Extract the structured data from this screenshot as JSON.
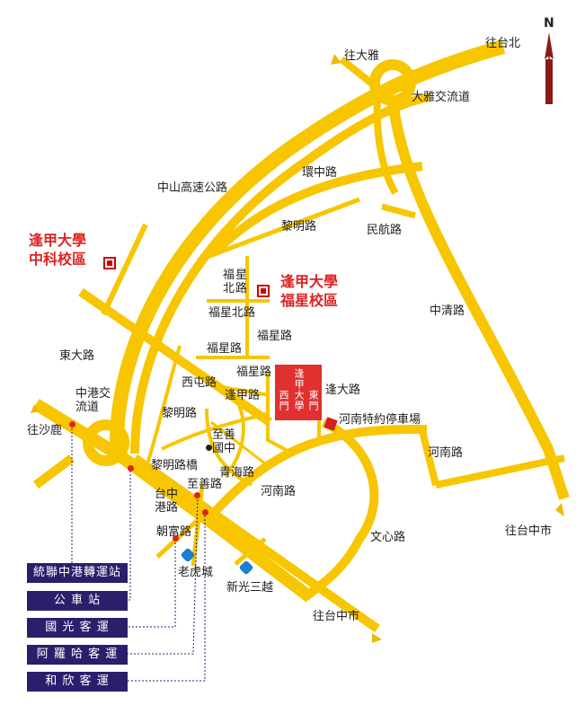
{
  "compass": {
    "label": "N"
  },
  "labels": {
    "to_taipei": "往台北",
    "to_daya": "往大雅",
    "daya_interchange": "大雅交流道",
    "huanzhong_rd": "環中路",
    "zhongshan_freeway": "中山高速公路",
    "liming_rd_1": "黎明路",
    "minhang_rd": "民航路",
    "fuxing_bei_rd_a": "福星北路",
    "fuxing_bei_rd_b": "福星北路",
    "zhongqing_rd": "中清路",
    "fuxing_rd_a": "福星路",
    "fuxing_rd_b": "福星路",
    "fuxing_rd_c": "福星路",
    "dongda_rd": "東大路",
    "xitun_rd": "西屯路",
    "fengjia_rd": "逢甲路",
    "fengda_rd": "逢大路",
    "zhonggang_interchange": "中港交流道",
    "liming_rd_2": "黎明路",
    "henan_parking": "河南特約停車場",
    "to_shalu": "往沙鹿",
    "zhishan_school": "至善國中",
    "henan_rd_a": "河南路",
    "liming_bridge": "黎明路橋",
    "qinghai_rd": "青海路",
    "taichung_port_rd": "台中港路",
    "zhishan_rd": "至善路",
    "henan_rd_b": "河南路",
    "to_taichung_city_e": "往台中市",
    "chaofu_rd": "朝富路",
    "wenxin_rd": "文心路",
    "laohucheng": "老虎城",
    "shinkong_mitsukoshi": "新光三越",
    "to_taichung_city_s": "往台中市"
  },
  "campus_zhongke": {
    "line1": "逢甲大學",
    "line2": "中科校區"
  },
  "campus_fuxing": {
    "line1": "逢甲大學",
    "line2": "福星校區"
  },
  "university_block": {
    "west_gate": "西門",
    "east_gate": "東門",
    "name": "逢甲大學"
  },
  "legend": {
    "items": [
      "統聯中港轉運站",
      "公 車 站",
      "國 光 客 運",
      "阿 羅 哈 客 運",
      "和 欣 客 運"
    ]
  },
  "colors": {
    "road": "#f7c600",
    "campus_text": "#dd2222",
    "legend_bg": "#2a1f6b",
    "university_block": "#e03030",
    "bus_stop": "#e02020",
    "landmark": "#1b7fd1",
    "compass": "#8b1a1a"
  }
}
